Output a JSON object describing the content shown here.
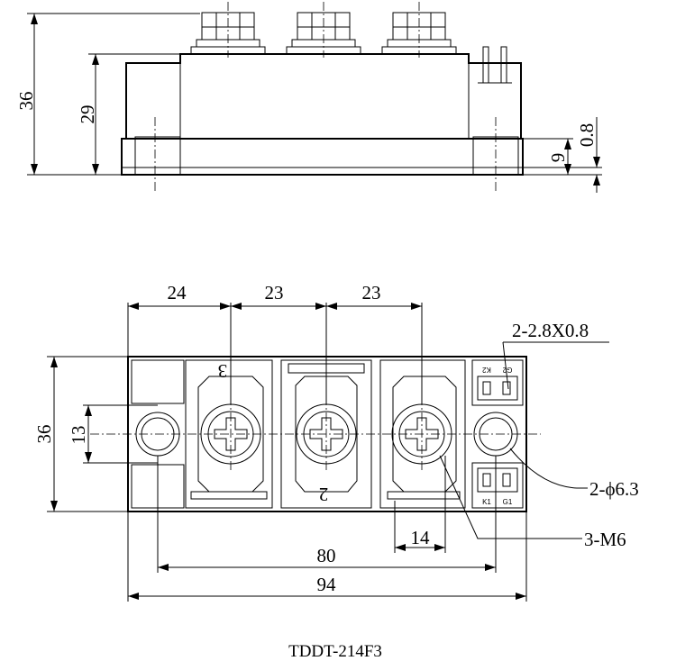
{
  "side_view": {
    "height_total": "36",
    "height_body": "29",
    "height_base": "9",
    "plate_thickness": "0.8"
  },
  "top_view": {
    "pitch_left": "24",
    "pitch_mid": "23",
    "pitch_right": "23",
    "width_total": "36",
    "hole_spacing": "13",
    "terminal_spec": "2-2.8X0.8",
    "mount_hole_spec": "2-ϕ6.3",
    "screw_spec": "3-M6",
    "terminal_width": "14",
    "mount_distance": "80",
    "length_total": "94",
    "terminal_mark_3": "3",
    "terminal_mark_2": "2",
    "gate_top_k": "K2",
    "gate_top_g": "G2",
    "gate_bottom_k": "K1",
    "gate_bottom_g": "G1"
  },
  "caption": "TDDT-214F3"
}
